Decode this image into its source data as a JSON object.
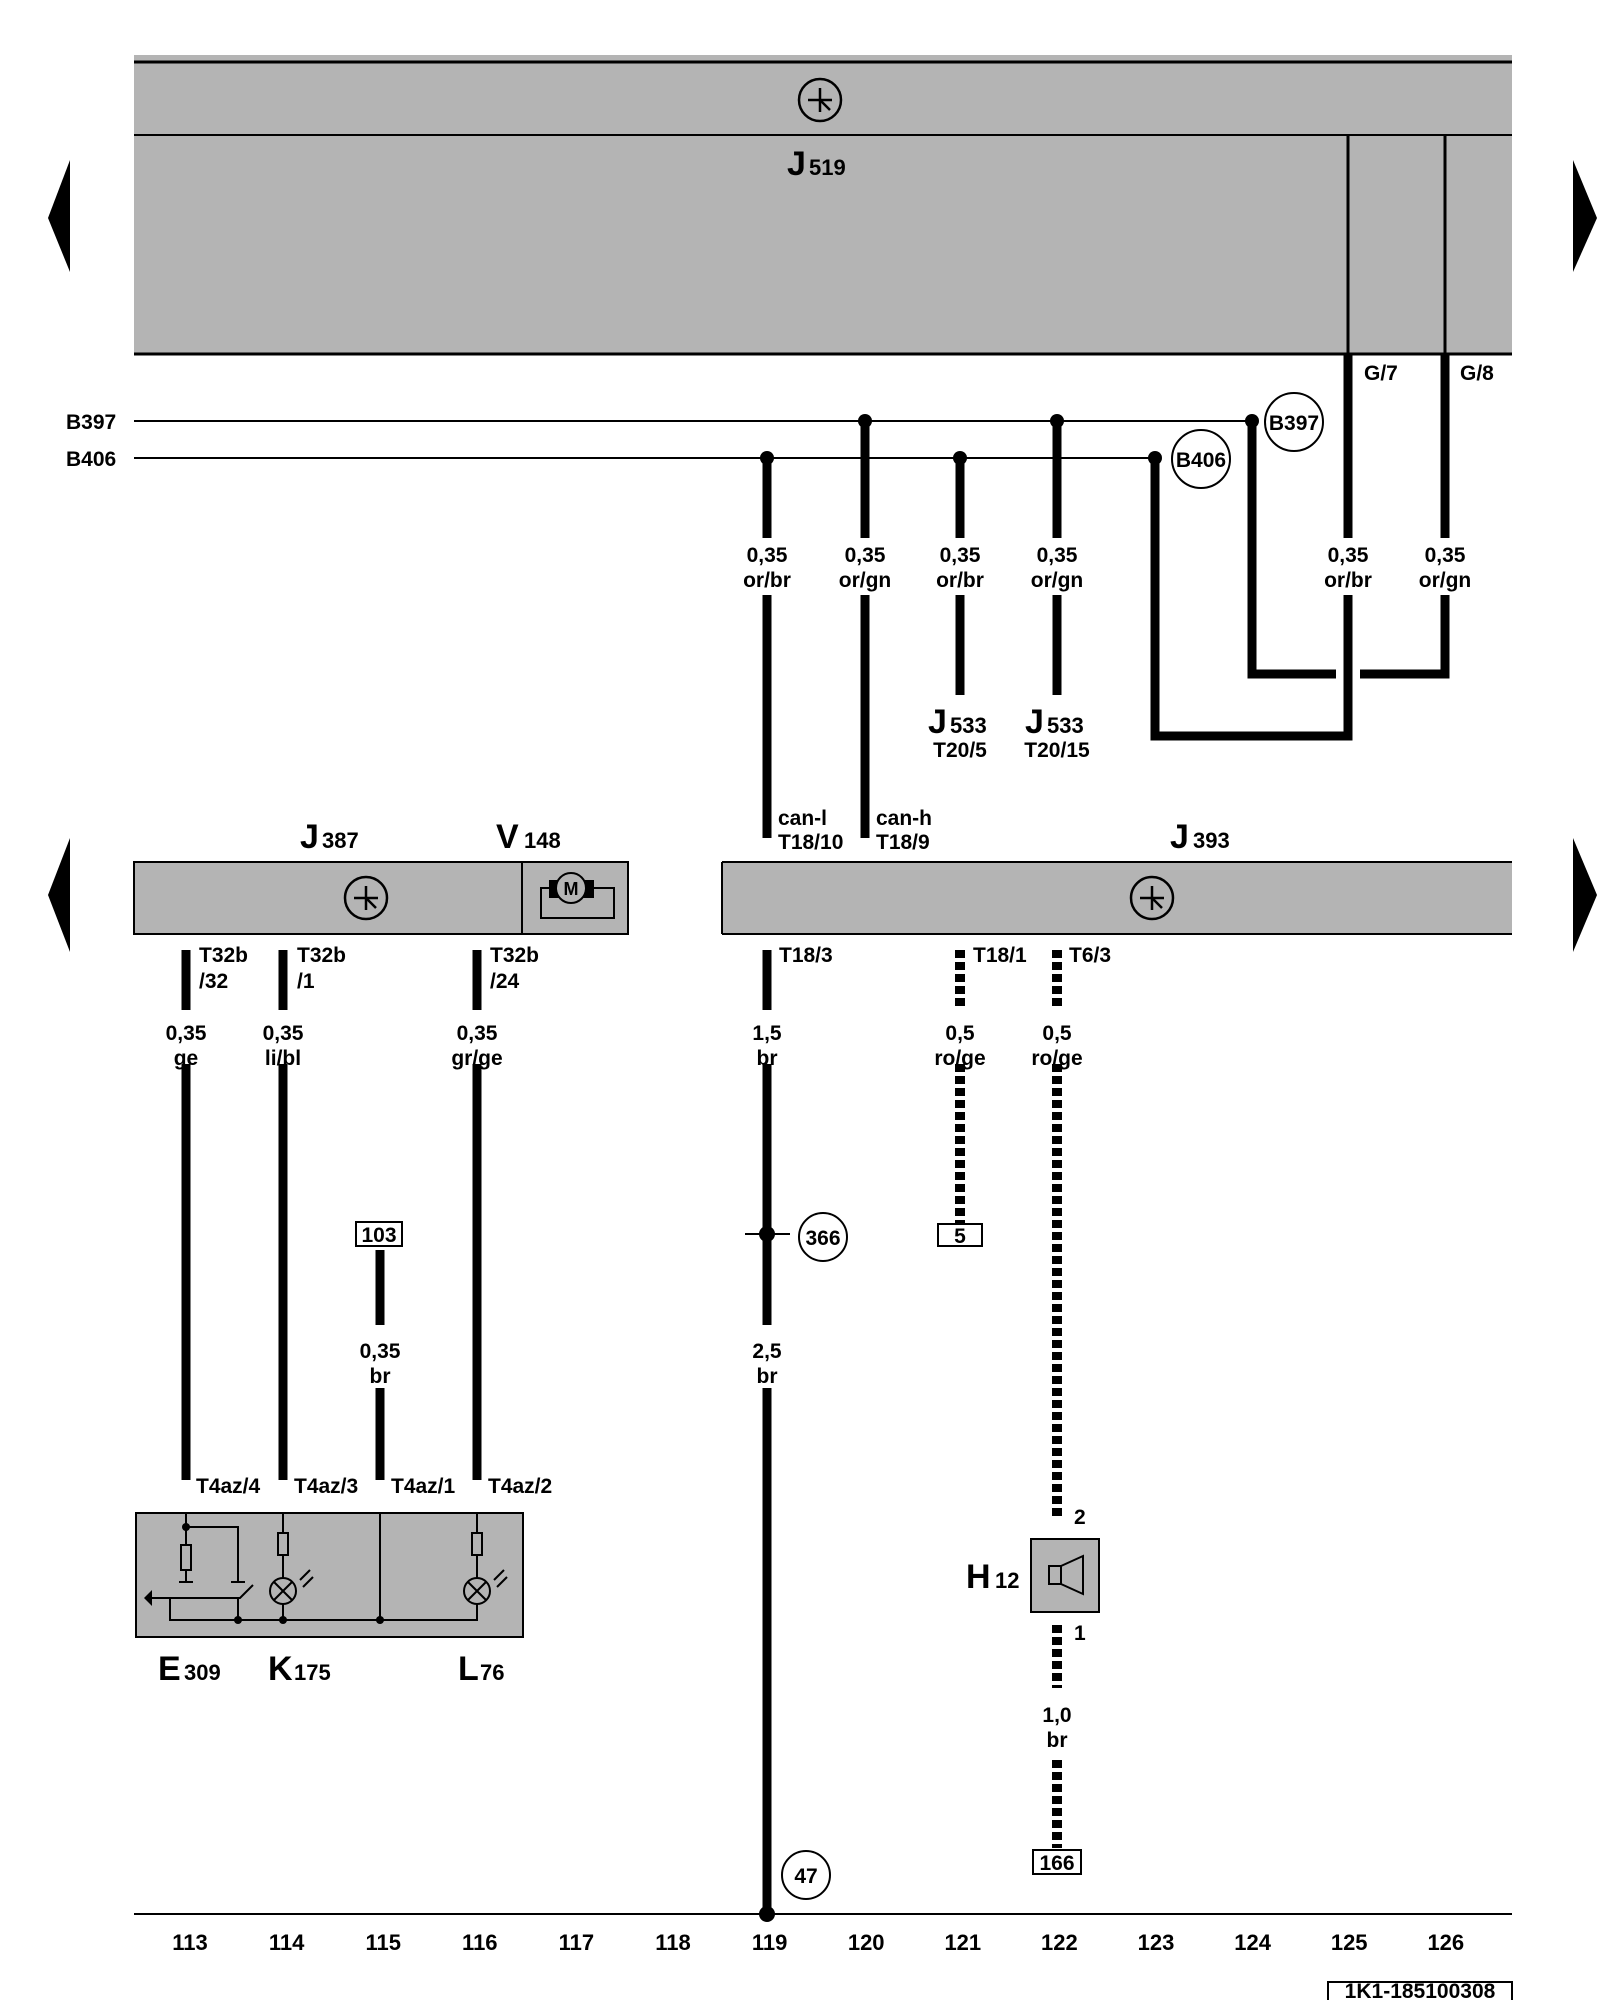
{
  "components": {
    "J519": {
      "letter": "J",
      "num": "519"
    },
    "J387": {
      "letter": "J",
      "num": "387"
    },
    "V148": {
      "letter": "V",
      "num": "148"
    },
    "J393": {
      "letter": "J",
      "num": "393"
    },
    "J533a": {
      "letter": "J",
      "num": "533",
      "pin": "T20/5"
    },
    "J533b": {
      "letter": "J",
      "num": "533",
      "pin": "T20/15"
    },
    "E309": {
      "letter": "E",
      "num": "309"
    },
    "K175": {
      "letter": "K",
      "num": "175"
    },
    "L76": {
      "letter": "L",
      "num": "76"
    },
    "H12": {
      "letter": "H",
      "num": "12"
    }
  },
  "buses": {
    "b397": "B397",
    "b406": "B406",
    "b397_circle": "B397",
    "b406_circle": "B406"
  },
  "connectors": {
    "g7": "G/7",
    "g8": "G/8",
    "can_l": "can-l",
    "t18_10": "T18/10",
    "can_h": "can-h",
    "t18_9": "T18/9",
    "t32b_32a": "T32b",
    "t32b_32b": "/32",
    "t32b_1a": "T32b",
    "t32b_1b": "/1",
    "t32b_24a": "T32b",
    "t32b_24b": "/24",
    "t18_3": "T18/3",
    "t18_1": "T18/1",
    "t6_3": "T6/3",
    "t4az_4": "T4az/4",
    "t4az_3": "T4az/3",
    "t4az_1": "T4az/1",
    "t4az_2": "T4az/2",
    "h12_pin2": "2",
    "h12_pin1": "1"
  },
  "wires": {
    "w119a": {
      "size": "0,35",
      "color": "or/br"
    },
    "w120a": {
      "size": "0,35",
      "color": "or/gn"
    },
    "w121a": {
      "size": "0,35",
      "color": "or/br"
    },
    "w122a": {
      "size": "0,35",
      "color": "or/gn"
    },
    "w125": {
      "size": "0,35",
      "color": "or/br"
    },
    "w126": {
      "size": "0,35",
      "color": "or/gn"
    },
    "w113": {
      "size": "0,35",
      "color": "ge"
    },
    "w114": {
      "size": "0,35",
      "color": "li/bl"
    },
    "w116": {
      "size": "0,35",
      "color": "gr/ge"
    },
    "w115": {
      "size": "0,35",
      "color": "br"
    },
    "w119b": {
      "size": "1,5",
      "color": "br"
    },
    "w119c": {
      "size": "2,5",
      "color": "br"
    },
    "w121b": {
      "size": "0,5",
      "color": "ro/ge"
    },
    "w122b": {
      "size": "0,5",
      "color": "ro/ge"
    },
    "w122c": {
      "size": "1,0",
      "color": "br"
    }
  },
  "references": {
    "ref103": "103",
    "ref5": "5",
    "ref166": "166",
    "gnd366": "366",
    "gnd47": "47"
  },
  "columns": [
    "113",
    "114",
    "115",
    "116",
    "117",
    "118",
    "119",
    "120",
    "121",
    "122",
    "123",
    "124",
    "125",
    "126"
  ],
  "drawing_id": "1K1-185100308",
  "colors": {
    "component_fill": "#b4b4b4",
    "line": "#000000"
  }
}
